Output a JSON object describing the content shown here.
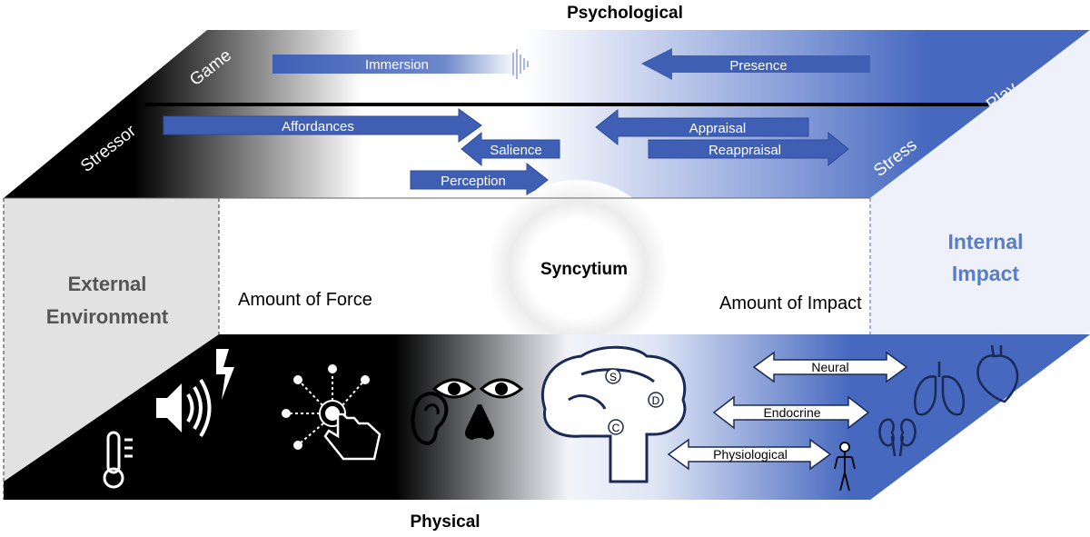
{
  "top_label": "Psychological",
  "bottom_label": "Physical",
  "top_face": {
    "left_upper": "Game",
    "left_lower": "Stressor",
    "right_upper": "Play",
    "right_lower": "Stress",
    "arrows": {
      "immersion": "Immersion",
      "presence": "Presence",
      "affordances": "Affordances",
      "salience": "Salience",
      "perception": "Perception",
      "appraisal": "Appraisal",
      "reappraisal": "Reappraisal"
    }
  },
  "front_face": {
    "external_line1": "External",
    "external_line2": "Environment",
    "center": "Syncytium",
    "force": "Amount of Force",
    "impact": "Amount of Impact",
    "internal_line1": "Internal",
    "internal_line2": "Impact"
  },
  "bottom_face": {
    "arrows": {
      "neural": "Neural",
      "endocrine": "Endocrine",
      "physiological": "Physiological"
    },
    "brain_nodes": [
      "S",
      "D",
      "C"
    ],
    "icons": [
      "thermometer-icon",
      "speaker-icon",
      "lightning-icon",
      "touch-icon",
      "ear-icon",
      "eye-icon",
      "nose-icon",
      "brain-icon",
      "skeleton-icon",
      "lungs-icon",
      "heart-icon",
      "kidneys-icon"
    ]
  },
  "colors": {
    "blue": "#4668bf",
    "arrow_blue": "#3f5fb5",
    "black": "#000000",
    "grey_panel": "#e2e2e2",
    "internal_text": "#5b7cc6",
    "right_panel": "#eef1f9"
  }
}
